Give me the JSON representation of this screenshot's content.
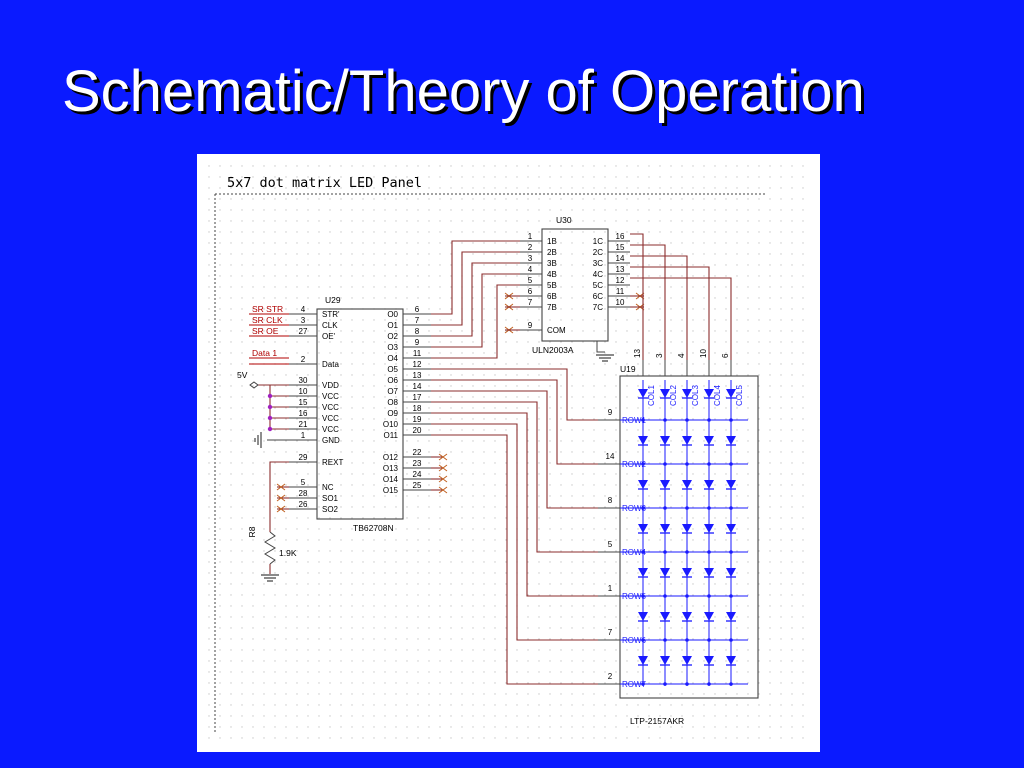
{
  "slide": {
    "title": "Schematic/Theory of Operation"
  },
  "schematic": {
    "panel_title": "5x7 dot matrix LED Panel",
    "u30": {
      "ref": "U30",
      "part": "ULN2003A",
      "left_pins": [
        {
          "num": "1",
          "name": "1B"
        },
        {
          "num": "2",
          "name": "2B"
        },
        {
          "num": "3",
          "name": "3B"
        },
        {
          "num": "4",
          "name": "4B"
        },
        {
          "num": "5",
          "name": "5B"
        },
        {
          "num": "6",
          "name": "6B"
        },
        {
          "num": "7",
          "name": "7B"
        }
      ],
      "right_pins": [
        {
          "num": "16",
          "name": "1C"
        },
        {
          "num": "15",
          "name": "2C"
        },
        {
          "num": "14",
          "name": "3C"
        },
        {
          "num": "13",
          "name": "4C"
        },
        {
          "num": "12",
          "name": "5C"
        },
        {
          "num": "11",
          "name": "6C"
        },
        {
          "num": "10",
          "name": "7C"
        }
      ],
      "com_pin": {
        "num": "9",
        "name": "COM"
      }
    },
    "u29": {
      "ref": "U29",
      "part": "TB62708N",
      "left_pins": [
        {
          "num": "4",
          "name": "STR'"
        },
        {
          "num": "3",
          "name": "CLK"
        },
        {
          "num": "27",
          "name": "OE'"
        },
        {
          "num": "2",
          "name": "Data"
        },
        {
          "num": "30",
          "name": "VDD"
        },
        {
          "num": "10",
          "name": "VCC"
        },
        {
          "num": "15",
          "name": "VCC"
        },
        {
          "num": "16",
          "name": "VCC"
        },
        {
          "num": "21",
          "name": "VCC"
        },
        {
          "num": "1",
          "name": "GND"
        },
        {
          "num": "29",
          "name": "REXT"
        },
        {
          "num": "5",
          "name": "NC"
        },
        {
          "num": "28",
          "name": "SO1"
        },
        {
          "num": "26",
          "name": "SO2"
        }
      ],
      "right_pins": [
        {
          "num": "6",
          "name": "O0"
        },
        {
          "num": "7",
          "name": "O1"
        },
        {
          "num": "8",
          "name": "O2"
        },
        {
          "num": "9",
          "name": "O3"
        },
        {
          "num": "11",
          "name": "O4"
        },
        {
          "num": "12",
          "name": "O5"
        },
        {
          "num": "13",
          "name": "O6"
        },
        {
          "num": "14",
          "name": "O7"
        },
        {
          "num": "17",
          "name": "O8"
        },
        {
          "num": "18",
          "name": "O9"
        },
        {
          "num": "19",
          "name": "O10"
        },
        {
          "num": "20",
          "name": "O11"
        },
        {
          "num": "22",
          "name": "O12"
        },
        {
          "num": "23",
          "name": "O13"
        },
        {
          "num": "24",
          "name": "O14"
        },
        {
          "num": "25",
          "name": "O15"
        }
      ]
    },
    "signals": [
      "SR STR",
      "SR CLK",
      "SR OE",
      "Data 1"
    ],
    "supply_label": "5V",
    "resistor": {
      "ref": "R8",
      "value": "1.9K"
    },
    "u19": {
      "ref": "U19",
      "part": "LTP-2157AKR",
      "col_pins": [
        "13",
        "3",
        "4",
        "10",
        "6"
      ],
      "col_labels": [
        "COL1",
        "COL2",
        "COL3",
        "COL4",
        "COL5"
      ],
      "rows": [
        {
          "label": "ROW1",
          "pin": "9"
        },
        {
          "label": "ROW2",
          "pin": "14"
        },
        {
          "label": "ROW3",
          "pin": "8"
        },
        {
          "label": "ROW4",
          "pin": "5"
        },
        {
          "label": "ROW5",
          "pin": "1"
        },
        {
          "label": "ROW6",
          "pin": "7"
        },
        {
          "label": "ROW7",
          "pin": "2"
        }
      ]
    }
  }
}
